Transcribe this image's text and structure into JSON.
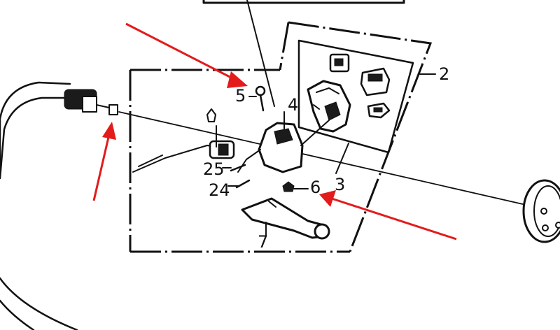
{
  "diagram": {
    "callouts": [
      {
        "id": "c2",
        "text": "2"
      },
      {
        "id": "c3",
        "text": "3"
      },
      {
        "id": "c4",
        "text": "4"
      },
      {
        "id": "c5",
        "text": "5"
      },
      {
        "id": "c6",
        "text": "6"
      },
      {
        "id": "c7",
        "text": "7"
      },
      {
        "id": "c24",
        "text": "24"
      },
      {
        "id": "c25",
        "text": "25"
      }
    ]
  },
  "colors": {
    "line": "#111111",
    "arrow": "#e31b1b",
    "background": "#ffffff"
  }
}
